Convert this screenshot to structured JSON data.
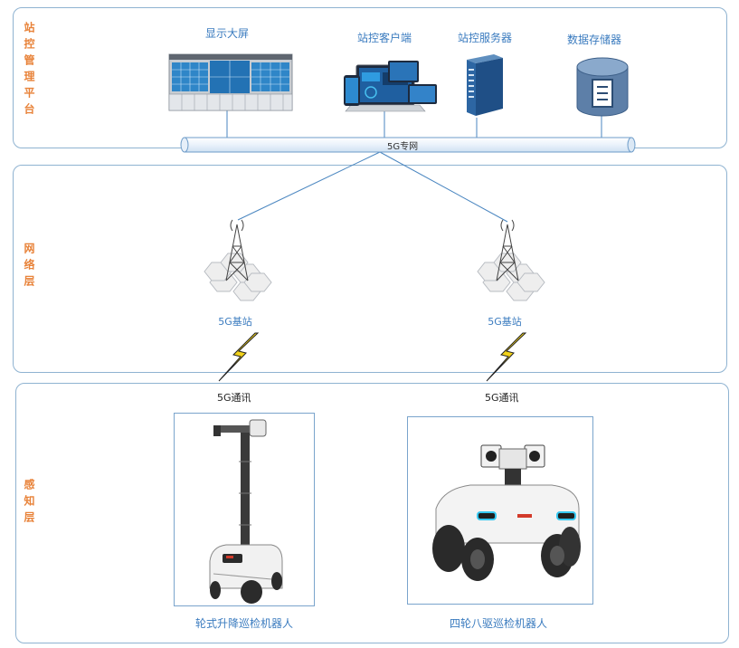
{
  "layers": {
    "station": "站控管理平台",
    "network": "网络层",
    "sensing": "感知层"
  },
  "nodes": {
    "display_wall": "显示大屏",
    "client": "站控客户端",
    "server": "站控服务器",
    "storage": "数据存储器"
  },
  "bus_label": "5G专网",
  "base_stations": [
    "5G基站",
    "5G基站"
  ],
  "comm_labels": [
    "5G通讯",
    "5G通讯"
  ],
  "robots": [
    "轮式升降巡检机器人",
    "四轮八驱巡检机器人"
  ],
  "colors": {
    "frame": "#8fb3d1",
    "label_orange": "#e8833a",
    "text_blue": "#3a7bbf",
    "lightning": "#f2d21a"
  }
}
